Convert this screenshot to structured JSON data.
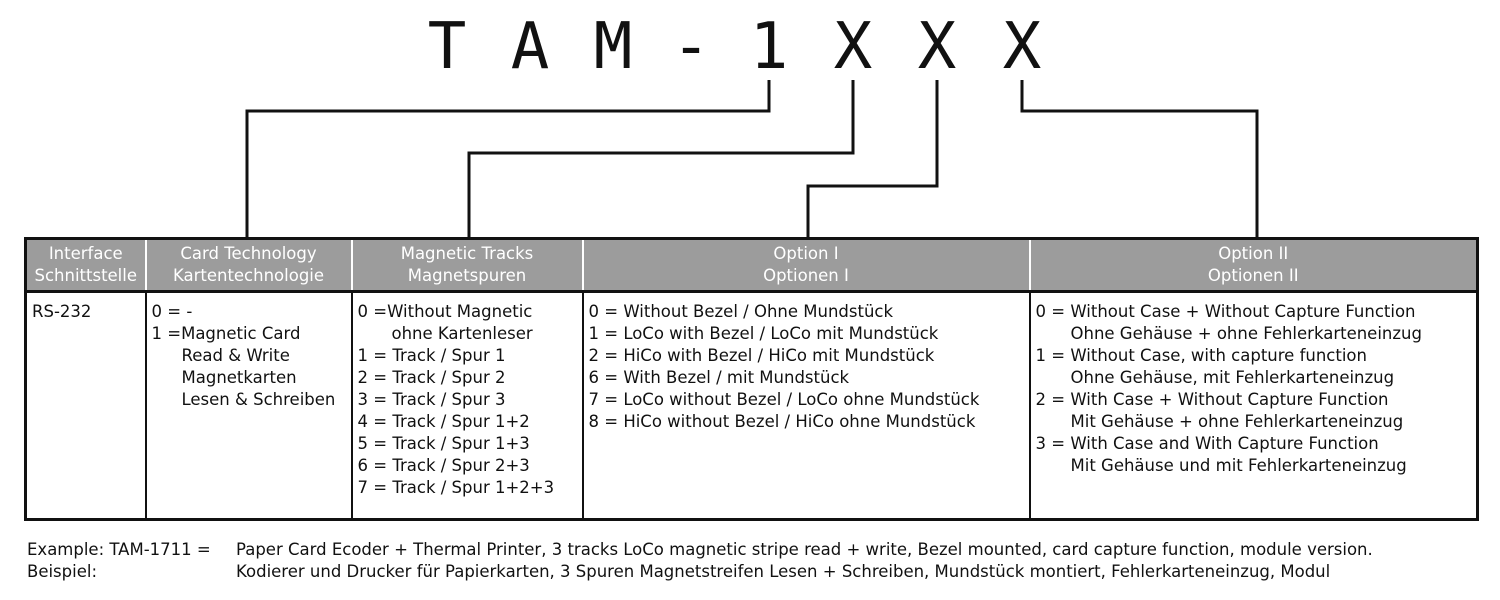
{
  "title": {
    "chars": [
      "T",
      "A",
      "M",
      "-",
      "1",
      "X",
      "X",
      "X"
    ]
  },
  "columns": [
    {
      "header": [
        "Interface",
        "Schnittstelle"
      ]
    },
    {
      "header": [
        "Card Technology",
        "Kartentechnologie"
      ]
    },
    {
      "header": [
        "Magnetic Tracks",
        "Magnetspuren"
      ]
    },
    {
      "header": [
        "Option I",
        "Optionen I"
      ]
    },
    {
      "header": [
        "Option II",
        "Optionen II"
      ]
    }
  ],
  "interface": {
    "value": "RS-232"
  },
  "card_technology": [
    {
      "code": "0 = -",
      "lines": []
    },
    {
      "code": "1 =",
      "lines": [
        "Magnetic Card",
        "Read & Write",
        "Magnetkarten",
        "Lesen & Schreiben"
      ]
    }
  ],
  "magnetic_tracks": [
    {
      "code": "0 =",
      "lines": [
        "Without Magnetic",
        "ohne Kartenleser"
      ]
    },
    {
      "code": "1 =",
      "lines": [
        "Track / Spur 1"
      ]
    },
    {
      "code": "2 =",
      "lines": [
        "Track / Spur 2"
      ]
    },
    {
      "code": "3 =",
      "lines": [
        "Track / Spur 3"
      ]
    },
    {
      "code": "4 =",
      "lines": [
        "Track / Spur 1+2"
      ]
    },
    {
      "code": "5 =",
      "lines": [
        "Track / Spur 1+3"
      ]
    },
    {
      "code": "6 =",
      "lines": [
        "Track / Spur 2+3"
      ]
    },
    {
      "code": "7 =",
      "lines": [
        "Track / Spur 1+2+3"
      ]
    }
  ],
  "option_1": [
    "0 = Without Bezel / Ohne Mundstück",
    "1 = LoCo with Bezel / LoCo mit Mundstück",
    "2 = HiCo with Bezel / HiCo mit Mundstück",
    "6 = With Bezel / mit Mundstück",
    "7 = LoCo without Bezel / LoCo ohne Mundstück",
    "8 = HiCo without Bezel / HiCo ohne Mundstück"
  ],
  "option_2": [
    {
      "code": "0 =",
      "lines": [
        "Without Case + Without Capture Function",
        "Ohne Gehäuse + ohne Fehlerkarteneinzug"
      ]
    },
    {
      "code": "1 =",
      "lines": [
        "Without Case, with capture function",
        "Ohne Gehäuse, mit Fehlerkarteneinzug"
      ]
    },
    {
      "code": "2 =",
      "lines": [
        "With Case + Without Capture Function",
        "Mit Gehäuse + ohne Fehlerkarteneinzug"
      ]
    },
    {
      "code": "3 =",
      "lines": [
        "With Case and With Capture Function",
        "Mit Gehäuse und mit Fehlerkarteneinzug"
      ]
    }
  ],
  "footer": {
    "example_label": "Example: TAM-1711 =",
    "example_text": "Paper Card Ecoder + Thermal Printer, 3 tracks LoCo magnetic stripe read + write, Bezel mounted, card capture function, module version.",
    "beispiel_label": "Beispiel:",
    "beispiel_text": "Kodierer und Drucker für Papierkarten, 3 Spuren Magnetstreifen Lesen + Schreiben, Mundstück montiert, Fehlerkarteneinzug, Modul"
  },
  "colors": {
    "header_bg": "#9c9c9c",
    "header_text": "#ffffff",
    "line": "#111111"
  }
}
